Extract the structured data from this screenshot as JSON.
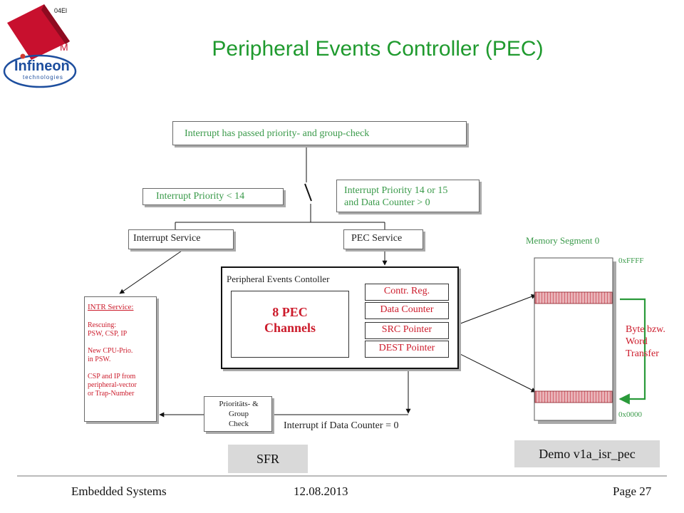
{
  "slide": {
    "title": "Peripheral Events Controller (PEC)",
    "logo_text": "Infineon",
    "logo_subtext": "technologies",
    "logo_corner_top": "04El",
    "logo_corner_m": "M"
  },
  "diagram": {
    "top_box": "Interrupt has passed priority- and group-check",
    "prio_low": "Interrupt Priority < 14",
    "prio_high_line1": "Interrupt Priority 14 or 15",
    "prio_high_line2": "and Data Counter > 0",
    "interrupt_service": "Interrupt Service",
    "pec_service": "PEC Service",
    "pec_panel_label": "Peripheral Events Contoller",
    "pec_channels_line1": "8 PEC",
    "pec_channels_line2": "Channels",
    "registers": [
      "Contr. Reg.",
      "Data Counter",
      "SRC Pointer",
      "DEST Pointer"
    ],
    "intr_service_title": "INTR Service:",
    "intr_lines": [
      "Rescuing:",
      "PSW, CSP, IP",
      "",
      "New CPU-Prio.",
      "in PSW.",
      "",
      "CSP and IP from",
      "peripheral-vector",
      "or Trap-Number"
    ],
    "prio_group_lines": [
      "Prioritäts- &",
      "Group",
      "Check"
    ],
    "interrupt_if": "Interrupt if Data Counter = 0",
    "memory_label": "Memory Segment 0",
    "addr_top": "0xFFFF",
    "addr_bottom": "0x0000",
    "transfer_lines": [
      "Byte bzw.",
      "Word",
      "Transfer"
    ],
    "sfr": "SFR",
    "demo": "Demo v1a_isr_pec"
  },
  "footer": {
    "left": "Embedded Systems",
    "center": "12.08.2013",
    "right": "Page 27"
  },
  "colors": {
    "title_green": "#1f9a2e",
    "box_text_green": "#3a9a4a",
    "red": "#cc1b2b",
    "logo_red": "#c8102e",
    "logo_blue": "#1d4e9e",
    "hatch_red": "#d9848c"
  }
}
